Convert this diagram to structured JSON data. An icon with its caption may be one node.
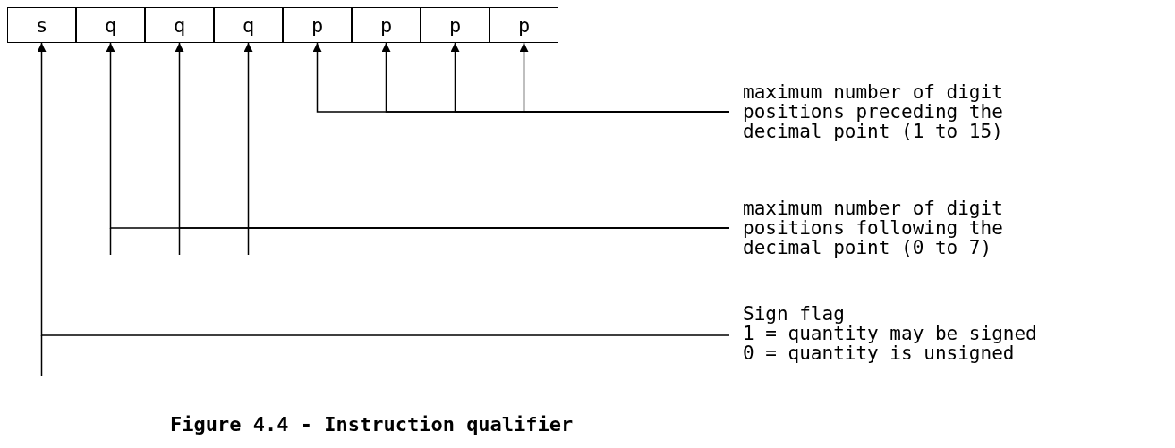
{
  "diagram": {
    "caption": "Figure 4.4 - Instruction qualifier",
    "nodes": [
      {
        "text": [
          "s"
        ]
      },
      {
        "text": [
          "q"
        ]
      },
      {
        "text": [
          "q"
        ]
      },
      {
        "text": [
          "q"
        ]
      },
      {
        "text": [
          "p"
        ]
      },
      {
        "text": [
          "p"
        ]
      },
      {
        "text": [
          "p"
        ]
      },
      {
        "text": [
          "p"
        ]
      },
      {
        "text": [
          "maximum number of digit positions preceding the decimal point (1 to 15)"
        ]
      },
      {
        "text": [
          "maximum number of digit positions following the decimal point (0 to 7)"
        ]
      },
      {
        "text": [
          "Sign flag",
          "1 = quantity may be signed",
          "0 = quantity is unsigned"
        ]
      }
    ],
    "edges": [
      {
        "from": 8,
        "to": 4,
        "arrow": "to"
      },
      {
        "from": 8,
        "to": 5,
        "arrow": "to"
      },
      {
        "from": 8,
        "to": 6,
        "arrow": "to"
      },
      {
        "from": 8,
        "to": 7,
        "arrow": "to"
      },
      {
        "from": 9,
        "to": 1,
        "arrow": "to"
      },
      {
        "from": 9,
        "to": 2,
        "arrow": "to"
      },
      {
        "from": 9,
        "to": 3,
        "arrow": "to"
      },
      {
        "from": 10,
        "to": 0,
        "arrow": "to"
      }
    ]
  }
}
